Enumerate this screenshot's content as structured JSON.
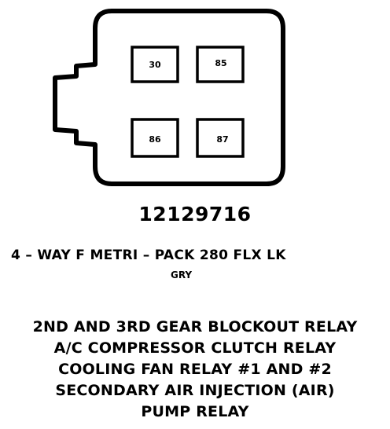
{
  "connector": {
    "pins": [
      "30",
      "85",
      "86",
      "87"
    ],
    "part_number": "12129716",
    "description": "4 – WAY F METRI – PACK 280 FLX LK",
    "color": "GRY"
  },
  "functions": [
    "2ND AND 3RD GEAR BLOCKOUT RELAY",
    "A/C COMPRESSOR CLUTCH RELAY",
    "COOLING FAN RELAY #1 AND #2",
    "SECONDARY AIR INJECTION (AIR)",
    "PUMP RELAY"
  ]
}
